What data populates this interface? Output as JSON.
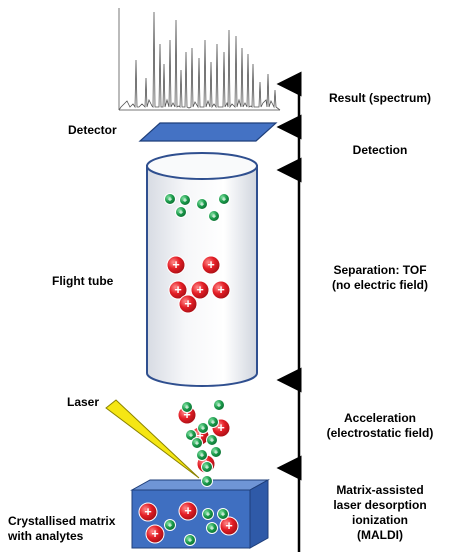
{
  "left_labels": {
    "detector": "Detector",
    "flight_tube": "Flight tube",
    "laser": "Laser",
    "matrix_line1": "Crystallised matrix",
    "matrix_line2": "with analytes"
  },
  "steps": {
    "result": "Result (spectrum)",
    "detection": "Detection",
    "separation_line1": "Separation: TOF",
    "separation_line2": "(no electric field)",
    "acceleration_line1": "Acceleration",
    "acceleration_line2": "(electrostatic field)",
    "maldi_line1": "Matrix-assisted",
    "maldi_line2": "laser desorption",
    "maldi_line3": "ionization",
    "maldi_line4": "(MALDI)"
  },
  "ion_symbol": "+",
  "colors": {
    "detector": "#4472c4",
    "matrix_box": "#3f6fc1",
    "ion_red": "#e41e26",
    "ion_green": "#1a9a4a",
    "laser": "#f5e614",
    "tube_stroke": "#2f4f8f",
    "tube_fill": "#eef0f4"
  }
}
